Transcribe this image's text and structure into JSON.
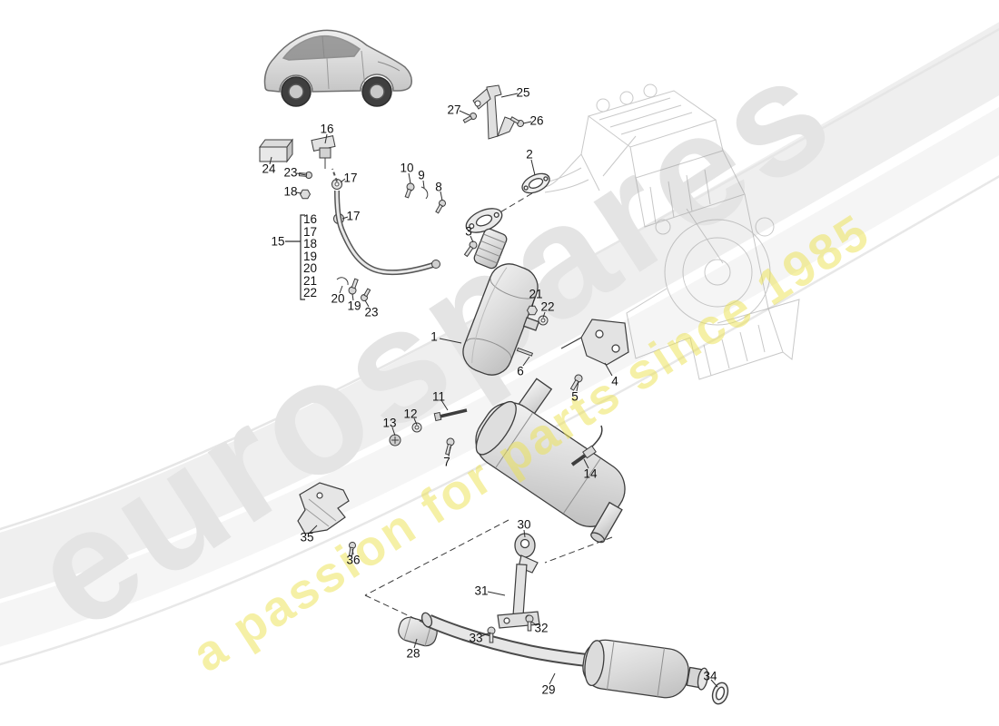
{
  "watermark": {
    "brand": "eurospares",
    "tagline": "a passion for parts since 1985",
    "brand_color": "#e4e4e4",
    "tagline_color": "#ece24f"
  },
  "bracket_group": {
    "label": "15",
    "items": [
      "16",
      "17",
      "18",
      "19",
      "20",
      "21",
      "22"
    ]
  },
  "callouts": [
    {
      "label": "1"
    },
    {
      "label": "2"
    },
    {
      "label": "3"
    },
    {
      "label": "4"
    },
    {
      "label": "5"
    },
    {
      "label": "6"
    },
    {
      "label": "7"
    },
    {
      "label": "8"
    },
    {
      "label": "9"
    },
    {
      "label": "10"
    },
    {
      "label": "11"
    },
    {
      "label": "12"
    },
    {
      "label": "13"
    },
    {
      "label": "14"
    },
    {
      "label": "15"
    },
    {
      "label": "16"
    },
    {
      "label": "17"
    },
    {
      "label": "17"
    },
    {
      "label": "18"
    },
    {
      "label": "19"
    },
    {
      "label": "20"
    },
    {
      "label": "21"
    },
    {
      "label": "22"
    },
    {
      "label": "23"
    },
    {
      "label": "23"
    },
    {
      "label": "24"
    },
    {
      "label": "25"
    },
    {
      "label": "26"
    },
    {
      "label": "27"
    },
    {
      "label": "28"
    },
    {
      "label": "29"
    },
    {
      "label": "30"
    },
    {
      "label": "31"
    },
    {
      "label": "32"
    },
    {
      "label": "33"
    },
    {
      "label": "34"
    },
    {
      "label": "35"
    },
    {
      "label": "36"
    }
  ]
}
